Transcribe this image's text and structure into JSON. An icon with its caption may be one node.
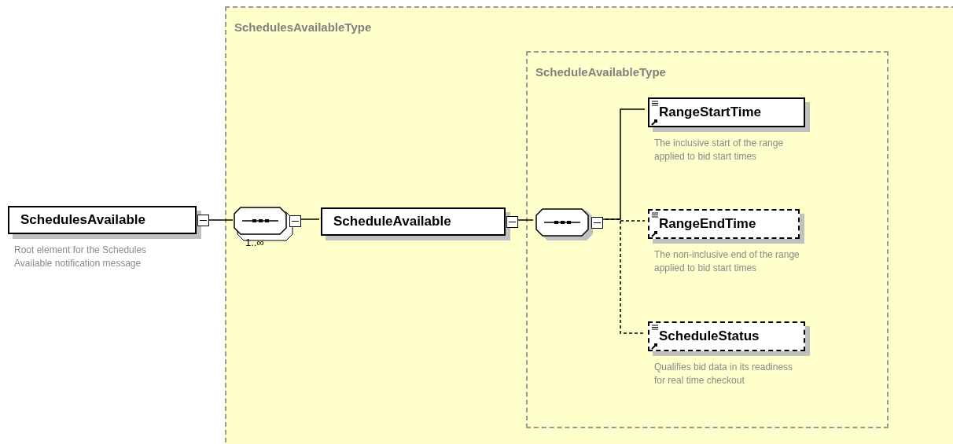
{
  "diagram": {
    "nodes": [
      {
        "text": [
          "SchedulesAvailableType"
        ]
      },
      {
        "text": [
          "ScheduleAvailableType"
        ],
        "in": 0
      },
      {
        "text": [
          "SchedulesAvailable"
        ],
        "beside": [
          "Root element for the Schedules Available notification message"
        ]
      },
      {
        "text": [],
        "shape": "octagon",
        "in": 0,
        "beside": [
          "1..∞"
        ]
      },
      {
        "text": [
          "ScheduleAvailable"
        ],
        "in": 0
      },
      {
        "text": [],
        "shape": "octagon",
        "in": 1
      },
      {
        "text": [
          "RangeStartTime"
        ],
        "in": 1,
        "beside": [
          "The inclusive start of the range applied to bid start times"
        ]
      },
      {
        "text": [
          "RangeEndTime"
        ],
        "in": 1,
        "beside": [
          "The non-inclusive end of the range applied to bid start times"
        ]
      },
      {
        "text": [
          "ScheduleStatus"
        ],
        "in": 1,
        "beside": [
          "Qualifies bid data in its readiness for real time checkout"
        ]
      }
    ],
    "edges": [
      {
        "from": 2,
        "to": 3,
        "arrow": "none"
      },
      {
        "from": 3,
        "to": 4,
        "arrow": "none"
      },
      {
        "from": 4,
        "to": 5,
        "arrow": "none"
      },
      {
        "from": 5,
        "to": 6,
        "arrow": "none"
      },
      {
        "from": 5,
        "to": 7,
        "arrow": "none",
        "style": "dashed"
      },
      {
        "from": 5,
        "to": 8,
        "arrow": "none",
        "style": "dashed"
      }
    ]
  }
}
